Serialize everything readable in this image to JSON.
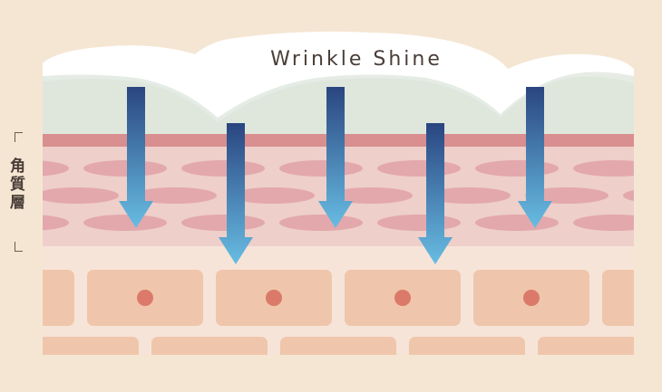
{
  "diagram": {
    "title": "Wrinkle Shine",
    "side_label": "角質層",
    "colors": {
      "background": "#f5e6d3",
      "cream_layer": "#ffffff",
      "surface_layer": "#dfe6dc",
      "stratum_corneum": "#eecfca",
      "corneum_top_band": "#d98e8f",
      "corneocyte": "#e1a1a7",
      "cell_layer_bg": "#f6e4d8",
      "cell": "#efc6ab",
      "nucleus": "#db7a6a",
      "arrow_top": "#2a4580",
      "arrow_bottom": "#67bde3"
    },
    "arrow_count": 5
  }
}
